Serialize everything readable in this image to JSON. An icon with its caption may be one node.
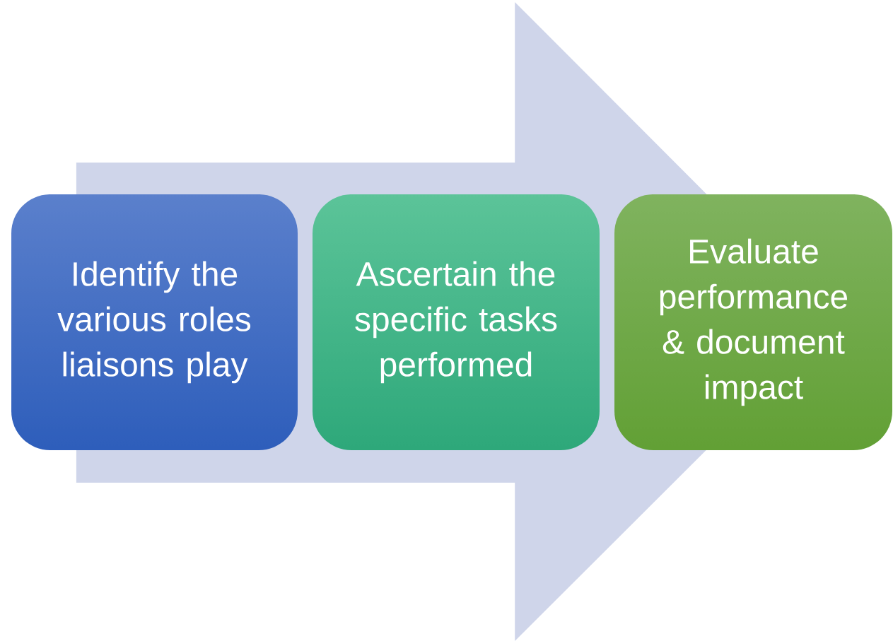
{
  "diagram": {
    "nodes": [
      {
        "text": [
          "Identify the various roles liaisons play"
        ]
      },
      {
        "text": [
          "Ascertain the specific tasks performed"
        ]
      },
      {
        "text": [
          "Evaluate performance & document impact"
        ]
      }
    ],
    "edges": [
      {
        "from": 0,
        "to": 2,
        "arrow": "to"
      }
    ]
  }
}
